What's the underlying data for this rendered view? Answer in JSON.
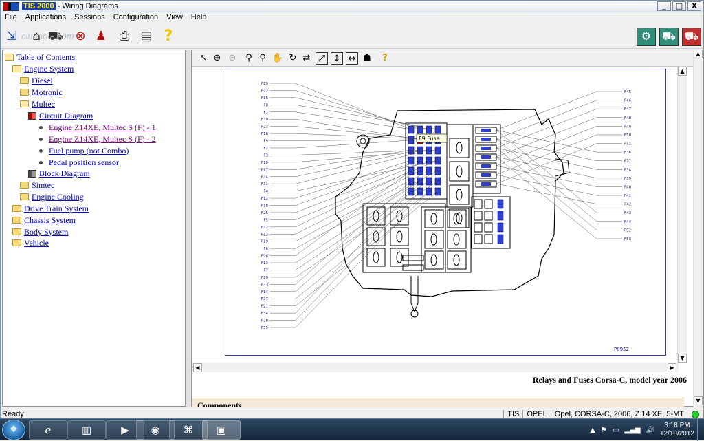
{
  "window": {
    "brand": "TIS 2000",
    "title_rest": " - Wiring Diagrams",
    "min_label": "_",
    "max_label": "□",
    "close_label": "X"
  },
  "menu": [
    "File",
    "Applications",
    "Sessions",
    "Configuration",
    "View",
    "Help"
  ],
  "toolbar": {
    "watermark": "clubopel.com"
  },
  "tree": {
    "items": [
      {
        "label": "Table of Contents"
      },
      {
        "label": "Engine System"
      },
      {
        "label": "Diesel"
      },
      {
        "label": "Motronic"
      },
      {
        "label": "Multec"
      },
      {
        "label": "Circuit Diagram"
      },
      {
        "label": "Engine Z14XE, Multec S (F) - 1"
      },
      {
        "label": "Engine Z14XE, Multec S (F) - 2"
      },
      {
        "label": "Fuel pump (not Combo)"
      },
      {
        "label": "Pedal position sensor"
      },
      {
        "label": "Block Diagram"
      },
      {
        "label": "Simtec"
      },
      {
        "label": "Engine Cooling"
      },
      {
        "label": "Drive Train System"
      },
      {
        "label": "Chassis System"
      },
      {
        "label": "Body System"
      },
      {
        "label": "Vehicle"
      }
    ]
  },
  "diagram": {
    "left_labels": [
      "F29",
      "F22",
      "F15",
      "F8",
      "F1",
      "F30",
      "F23",
      "F16",
      "F9",
      "F2",
      "F3",
      "F10",
      "F17",
      "F24",
      "F31",
      "F4",
      "F11",
      "F18",
      "F25",
      "F5",
      "F32",
      "F12",
      "F19",
      "F6",
      "F26",
      "F13",
      "F7",
      "F20",
      "F33",
      "F14",
      "F27",
      "F21",
      "F34",
      "F28",
      "F35"
    ],
    "right_labels": [
      "F45",
      "F46",
      "F47",
      "F48",
      "F49",
      "F50",
      "F51",
      "F36",
      "F37",
      "F38",
      "F39",
      "F40",
      "F41",
      "F42",
      "F43",
      "F44",
      "F52",
      "F53"
    ],
    "tooltip": "F9 Fuse",
    "ref": "P8952"
  },
  "caption": "Relays and Fuses Corsa-C, model year 2006",
  "components_heading": "Components",
  "status": {
    "text": "Ready",
    "cells": [
      "TIS",
      "OPEL",
      "Opel, CORSA-C, 2006, Z 14 XE, 5-MT"
    ]
  },
  "clock": {
    "time": "3:18 PM",
    "date": "12/10/2012"
  },
  "colors": {
    "accent": "#0000cc",
    "visited": "#800080",
    "fuse_blue": "#2f3fd0",
    "fuse_selected": "#d01010"
  }
}
